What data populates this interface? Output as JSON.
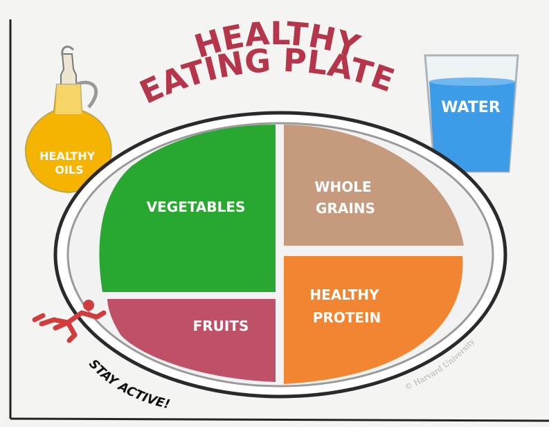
{
  "title": {
    "line1": "HEALTHY",
    "line2": "EATING PLATE"
  },
  "sections": {
    "vegetables": "VEGETABLES",
    "whole_grains": [
      "WHOLE",
      "GRAINS"
    ],
    "fruits": "FRUITS",
    "healthy_protein": [
      "HEALTHY",
      "PROTEIN"
    ]
  },
  "oils": [
    "HEALTHY",
    "OILS"
  ],
  "water": "WATER",
  "stay_active": "STAY ACTIVE!",
  "copyright": "© Harvard University",
  "colors": {
    "title": "#b5364a",
    "vegetables": "#29a831",
    "whole_grains": "#c69a7c",
    "fruits": "#be5168",
    "protein": "#f28532",
    "oil": "#f5b400",
    "water": "#3d9be8",
    "runner": "#d23c3c"
  }
}
